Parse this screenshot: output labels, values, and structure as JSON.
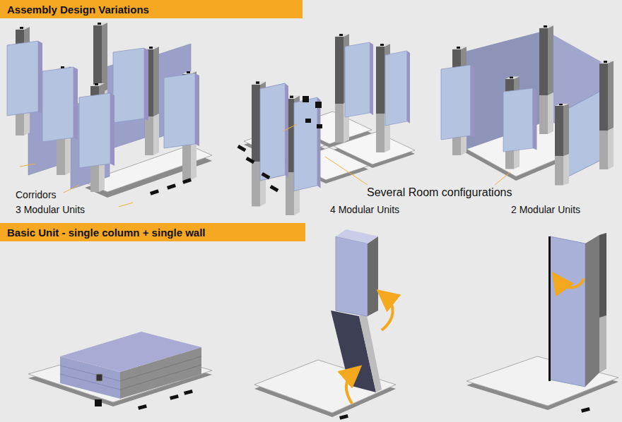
{
  "diagram": {
    "nodes": [
      {
        "text": [
          "Assembly Design Variations"
        ]
      },
      {
        "text": [
          "Basic Unit - single column + single wall"
        ]
      }
    ],
    "labels": [
      "Corridors",
      "3 Modular Units",
      "Several Room configurations",
      "4 Modular Units",
      "2 Modular Units"
    ]
  }
}
